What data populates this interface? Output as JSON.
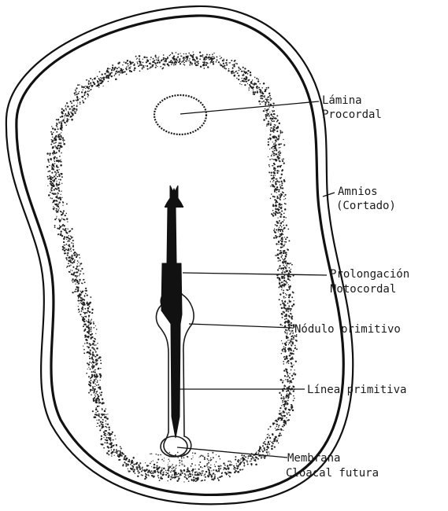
{
  "diagram": {
    "labels": {
      "lamina_procordal": {
        "line1": "Lámina",
        "line2": "Procordal"
      },
      "amnios": {
        "line1": "Amnios",
        "line2": "(Cortado)"
      },
      "prolongacion": {
        "line1": "Prolongación",
        "line2": "Notocordal"
      },
      "nodulo": "Nódulo primitivo",
      "linea": "Línea primitiva",
      "membrana": {
        "line1": "Membrana",
        "line2": "Cloacal futura"
      }
    }
  }
}
